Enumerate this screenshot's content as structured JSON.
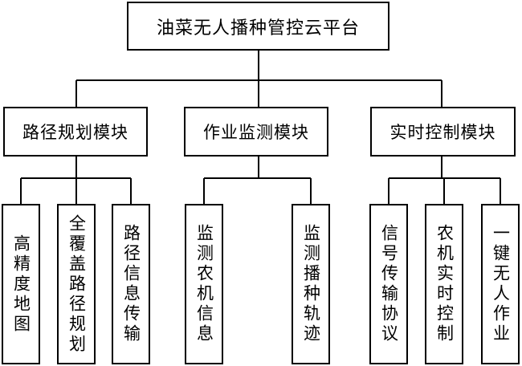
{
  "root": {
    "label": "油菜无人播种管控云平台"
  },
  "modules": [
    {
      "label": "路径规划模块",
      "children": [
        "高精度地图",
        "全覆盖路径规划",
        "路径信息传输"
      ]
    },
    {
      "label": "作业监测模块",
      "children": [
        "监测农机信息",
        "监测播种轨迹"
      ]
    },
    {
      "label": "实时控制模块",
      "children": [
        "信号传输协议",
        "农机实时控制",
        "一键无人作业"
      ]
    }
  ]
}
